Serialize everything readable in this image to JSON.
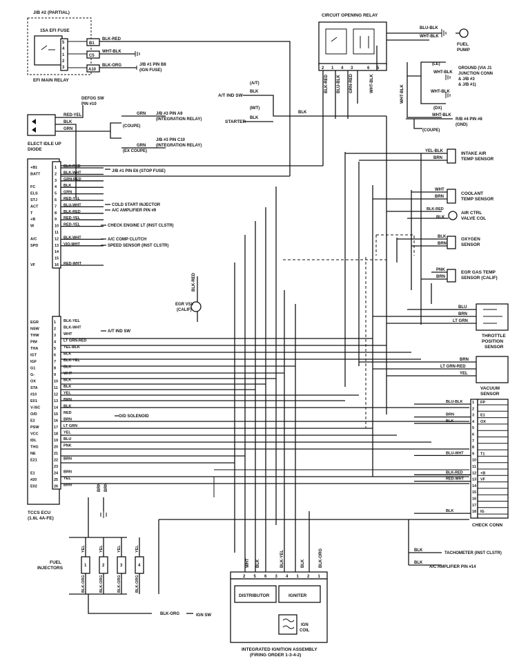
{
  "components": {
    "jb2": {
      "title": "J/B #2 (PARTIAL)",
      "fuse": "15A EFI FUSE",
      "relay": "EFI MAIN RELAY",
      "pins": [
        "5",
        "4",
        "1",
        "2",
        "3"
      ],
      "conn": [
        "B1",
        "C5",
        "A10"
      ],
      "wires": [
        "BLK-RED",
        "WHT-BLK",
        "BLK-ORG"
      ],
      "note1": "J/B #1 PIN B8",
      "note2": "(IGN FUSE)"
    },
    "defog": {
      "l1": "DEFOG SW",
      "l2": "PIN #10",
      "diode1": "ELECT IDLE UP",
      "diode2": "DIODE",
      "wires": [
        "RED-YEL",
        "BLK",
        "GRN"
      ],
      "right": [
        "GRN",
        "GRN"
      ],
      "n1a": "J/B #3 PIN A9",
      "n1b": "(INTEGRATION RELAY)",
      "c1": "(COUPE)",
      "n2a": "J/B #3 PIN C10",
      "n2b": "(INTEGRATION RELAY)",
      "c2": "(EX COUPE)"
    },
    "relay": {
      "title": "CIRCUIT OPENING RELAY",
      "pins": [
        "2",
        "1",
        "4",
        "3",
        "6",
        "5"
      ],
      "wires": [
        "BLK-RED",
        "BLU-BLK",
        "GRN-RED",
        "WHT-BLK"
      ],
      "fp1": "BLU-BLK",
      "fp2": "WHT-BLK",
      "pump1": "FUEL",
      "pump2": "PUMP"
    },
    "ground": {
      "le": "(LE)",
      "dx": "(DX)",
      "w1": "WHT-BLK",
      "w2": "WHT-BLK",
      "g1": "GROUND (VIA J1",
      "g2": "JUNCTION CONN",
      "g3": "& J/B #3",
      "g4": "& J/B #1)",
      "vw": "WHT-BLK",
      "rb1": "WHT-BLK",
      "rb2": "R/B #4 PIN #8",
      "rb3": "(GND)",
      "coupe": "(COUPE)"
    },
    "starter": {
      "at": "(A/T)",
      "mt": "(M/T)",
      "atsw": "A/T IND SW",
      "st": "STARTER",
      "blk1": "BLK",
      "blk2": "BLK",
      "blk3": "BLK"
    },
    "ecu": {
      "title1": "TCCS ECU",
      "title2": "(1.6L 4A-FE)",
      "pins_a": [
        {
          "n": "1",
          "l": "+B1",
          "w": "BLK-RED"
        },
        {
          "n": "2",
          "l": "BATT",
          "w": "BLK-WHT"
        },
        {
          "n": "3",
          "l": "",
          "w": "GRN-RED"
        },
        {
          "n": "4",
          "l": "FC",
          "w": "BLK"
        },
        {
          "n": "5",
          "l": "ELS",
          "w": "GRN"
        },
        {
          "n": "6",
          "l": "STJ",
          "w": "RED-YEL"
        },
        {
          "n": "7",
          "l": "ACT",
          "w": "BLU-WHT"
        },
        {
          "n": "8",
          "l": "T",
          "w": "BLK-RED"
        },
        {
          "n": "9",
          "l": "+B",
          "w": "RED-YEL"
        },
        {
          "n": "10",
          "l": "W",
          "w": "RED-YEL"
        },
        {
          "n": "11",
          "l": "",
          "w": ""
        },
        {
          "n": "12",
          "l": "A/C",
          "w": "BLK-WHT"
        },
        {
          "n": "13",
          "l": "SPD",
          "w": "VIO-WHT"
        },
        {
          "n": "14",
          "l": "",
          "w": ""
        },
        {
          "n": "15",
          "l": "",
          "w": ""
        },
        {
          "n": "16",
          "l": "VF",
          "w": "RED-WHT"
        }
      ],
      "pins_b": [
        {
          "n": "1",
          "l": "EGR",
          "w": "BLK-YEL"
        },
        {
          "n": "2",
          "l": "NSW",
          "w": "BLK-WHT"
        },
        {
          "n": "3",
          "l": "THW",
          "w": "WHT"
        },
        {
          "n": "4",
          "l": "PIM",
          "w": "LT GRN-RED"
        },
        {
          "n": "5",
          "l": "THA",
          "w": "YEL-BLK"
        },
        {
          "n": "6",
          "l": "IGT",
          "w": "BLK"
        },
        {
          "n": "7",
          "l": "IGF",
          "w": "BLK-YEL"
        },
        {
          "n": "8",
          "l": "G1",
          "w": "BLK"
        },
        {
          "n": "9",
          "l": "G-",
          "w": "WHT"
        },
        {
          "n": "10",
          "l": "OX",
          "w": "BLK"
        },
        {
          "n": "11",
          "l": "STA",
          "w": "BLK"
        },
        {
          "n": "12",
          "l": "#10",
          "w": "YEL"
        },
        {
          "n": "13",
          "l": "E01",
          "w": "BRN"
        },
        {
          "n": "14",
          "l": "V-ISC",
          "w": "BLK"
        },
        {
          "n": "15",
          "l": "O/D",
          "w": "RED"
        },
        {
          "n": "16",
          "l": "E2",
          "w": "BRN"
        },
        {
          "n": "17",
          "l": "PSW",
          "w": "LT GRN"
        },
        {
          "n": "18",
          "l": "VCC",
          "w": "YEL"
        },
        {
          "n": "19",
          "l": "IDL",
          "w": "BLU"
        },
        {
          "n": "20",
          "l": "THG",
          "w": "PNK"
        },
        {
          "n": "21",
          "l": "NE",
          "w": ""
        },
        {
          "n": "22",
          "l": "E21",
          "w": "BRN"
        },
        {
          "n": "23",
          "l": "",
          "w": ""
        },
        {
          "n": "24",
          "l": "E1",
          "w": "BRN"
        },
        {
          "n": "25",
          "l": "#20",
          "w": "YEL"
        },
        {
          "n": "26",
          "l": "E02",
          "w": "BRN"
        }
      ]
    },
    "ecu_notes": {
      "stop": "J/B #1 PIN E6 (STOP FUSE)",
      "csi": "COLD START INJECTOR",
      "aca": "A/C AMPLIFIER PIN #9",
      "cel": "CHECK ENGINE LT (INST CLSTR)",
      "acc": "A/C COMP CLUTCH",
      "spd": "SPEED SENSOR (INST CLSTR)",
      "atind": "A/T IND SW",
      "od": "O/D SOLENOID",
      "egr1": "EGR VSV",
      "egr2": "(CALIF)",
      "egrw": "BLK-RED"
    },
    "sensors": {
      "iat": {
        "w1": "YEL-BLK",
        "w2": "BRN",
        "l1": "INTAKE AIR",
        "l2": "TEMP SENSOR"
      },
      "cts": {
        "w1": "WHT",
        "w2": "BRN",
        "l1": "COOLANT",
        "l2": "TEMP SENSOR"
      },
      "acv": {
        "w1": "BLK-RED",
        "w2": "BLK",
        "l1": "AIR CTRL",
        "l2": "VALVE COL"
      },
      "oxy": {
        "w1": "BLK",
        "w2": "BRN",
        "l1": "OXYGEN",
        "l2": "SENSOR"
      },
      "egrt": {
        "w1": "PNK",
        "w2": "BRN",
        "l1": "EGR GAS TEMP",
        "l2": "SENSOR (CALIF)"
      },
      "tps": {
        "w1": "BLU",
        "w2": "BRN",
        "w3": "LT GRN",
        "l1": "THROTTLE",
        "l2": "POSITION",
        "l3": "SENSOR"
      },
      "vac": {
        "w1": "BRN",
        "w2": "LT GRN-RED",
        "w3": "YEL",
        "l1": "VACUUM",
        "l2": "SENSOR"
      }
    },
    "check": {
      "title": "CHECK CONN",
      "pins": [
        "1",
        "2",
        "3",
        "4",
        "5",
        "6",
        "7",
        "8",
        "9",
        "10",
        "11",
        "12",
        "13",
        "14",
        "15",
        "16",
        "17",
        "18"
      ],
      "labels": {
        "1": "FP",
        "3": "E1",
        "4": "OX",
        "9": "T1",
        "12": "+B",
        "13": "VF",
        "18": "IG"
      },
      "wires": {
        "1": "BLU-BLK",
        "3": "BRN",
        "4": "BLK",
        "9": "BLU-WHT",
        "12": "BLK-RED",
        "13": "RED-WHT",
        "18": "BLK"
      }
    },
    "tach": {
      "w1": "BLK",
      "w2": "BLK",
      "l1": "TACHOMETER (INST CLSTR)",
      "l2": "A/C AMPLIFIER PIN #14"
    },
    "injectors": {
      "title1": "FUEL",
      "title2": "INJECTORS",
      "nums": [
        "1",
        "2",
        "3",
        "4"
      ],
      "top": "YEL",
      "bot": "BLK-ORG",
      "brn": "BRN",
      "bus": "BLK-ORG",
      "ign": "IGN SW"
    },
    "ignition": {
      "pins": [
        "2",
        "5",
        "6",
        "3",
        "4",
        "1",
        "2",
        "1"
      ],
      "w": [
        "WHT",
        "BLK",
        "BLK-YEL",
        "BLK",
        "BLK-ORG"
      ],
      "dist": "DISTRIBUTOR",
      "igniter": "IGNITER",
      "coil1": "IGN",
      "coil2": "COIL",
      "t1": "INTEGRATED IGNITION ASSEMBLY",
      "t2": "(FIRING ORDER 1-3-4-2)"
    }
  }
}
